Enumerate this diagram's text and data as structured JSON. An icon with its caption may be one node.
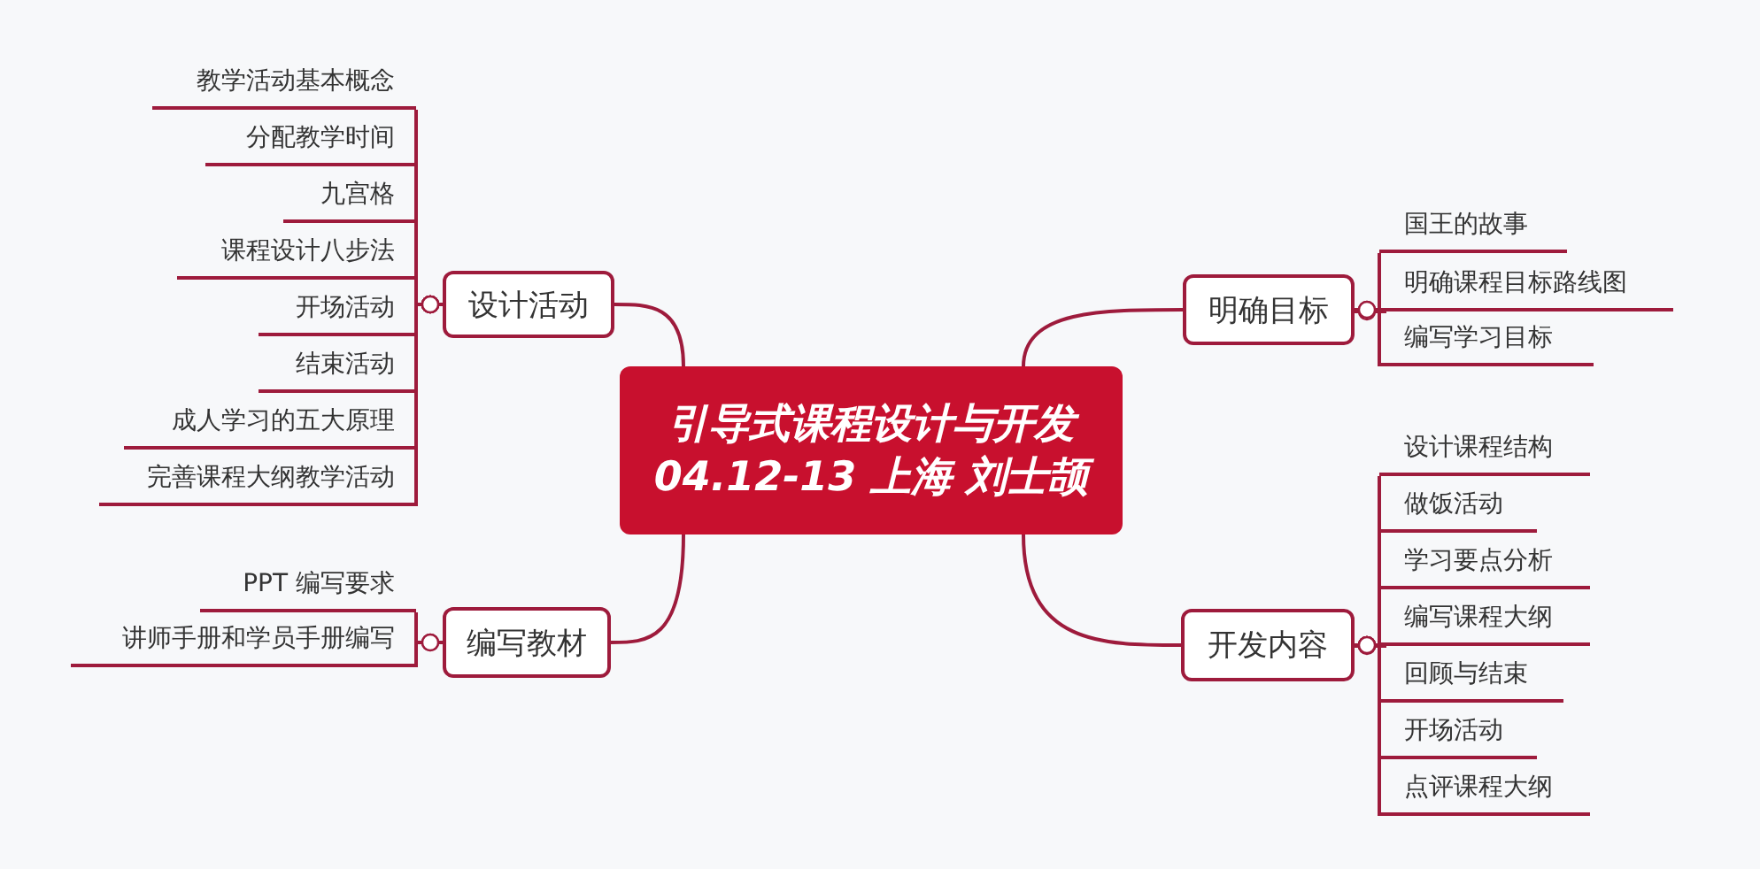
{
  "diagram": {
    "nodes": [
      {
        "text": [
          "引导式课程设计与开发",
          "04.12-13 上海  刘士颉"
        ]
      },
      {
        "text": [
          "设计活动"
        ]
      },
      {
        "text": [
          "教学活动基本概念"
        ]
      },
      {
        "text": [
          "分配教学时间"
        ]
      },
      {
        "text": [
          "九宫格"
        ]
      },
      {
        "text": [
          "课程设计八步法"
        ]
      },
      {
        "text": [
          "开场活动"
        ]
      },
      {
        "text": [
          "结束活动"
        ]
      },
      {
        "text": [
          "成人学习的五大原理"
        ]
      },
      {
        "text": [
          "完善课程大纲教学活动"
        ]
      },
      {
        "text": [
          "编写教材"
        ]
      },
      {
        "text": [
          "PPT 编写要求"
        ]
      },
      {
        "text": [
          "讲师手册和学员手册编写"
        ]
      },
      {
        "text": [
          "明确目标"
        ]
      },
      {
        "text": [
          "国王的故事"
        ]
      },
      {
        "text": [
          "明确课程目标路线图"
        ]
      },
      {
        "text": [
          "编写学习目标"
        ]
      },
      {
        "text": [
          "开发内容"
        ]
      },
      {
        "text": [
          "设计课程结构"
        ]
      },
      {
        "text": [
          "做饭活动"
        ]
      },
      {
        "text": [
          "学习要点分析"
        ]
      },
      {
        "text": [
          "编写课程大纲"
        ]
      },
      {
        "text": [
          "回顾与结束"
        ]
      },
      {
        "text": [
          "开场活动"
        ]
      },
      {
        "text": [
          "点评课程大纲"
        ]
      }
    ],
    "edges": [
      {
        "from": 0,
        "to": 1,
        "arrow": "none"
      },
      {
        "from": 0,
        "to": 10,
        "arrow": "none"
      },
      {
        "from": 0,
        "to": 13,
        "arrow": "none"
      },
      {
        "from": 0,
        "to": 17,
        "arrow": "none"
      },
      {
        "from": 1,
        "to": 2,
        "arrow": "other"
      },
      {
        "from": 1,
        "to": 3,
        "arrow": "other"
      },
      {
        "from": 1,
        "to": 4,
        "arrow": "other"
      },
      {
        "from": 1,
        "to": 5,
        "arrow": "other"
      },
      {
        "from": 1,
        "to": 6,
        "arrow": "other"
      },
      {
        "from": 1,
        "to": 7,
        "arrow": "other"
      },
      {
        "from": 1,
        "to": 8,
        "arrow": "other"
      },
      {
        "from": 1,
        "to": 9,
        "arrow": "other"
      },
      {
        "from": 10,
        "to": 11,
        "arrow": "other"
      },
      {
        "from": 10,
        "to": 12,
        "arrow": "other"
      },
      {
        "from": 13,
        "to": 14,
        "arrow": "other"
      },
      {
        "from": 13,
        "to": 15,
        "arrow": "other"
      },
      {
        "from": 13,
        "to": 16,
        "arrow": "other"
      },
      {
        "from": 17,
        "to": 18,
        "arrow": "other"
      },
      {
        "from": 17,
        "to": 19,
        "arrow": "other"
      },
      {
        "from": 17,
        "to": 20,
        "arrow": "other"
      },
      {
        "from": 17,
        "to": 21,
        "arrow": "other"
      },
      {
        "from": 17,
        "to": 22,
        "arrow": "other"
      },
      {
        "from": 17,
        "to": 23,
        "arrow": "other"
      },
      {
        "from": 17,
        "to": 24,
        "arrow": "other"
      }
    ]
  }
}
